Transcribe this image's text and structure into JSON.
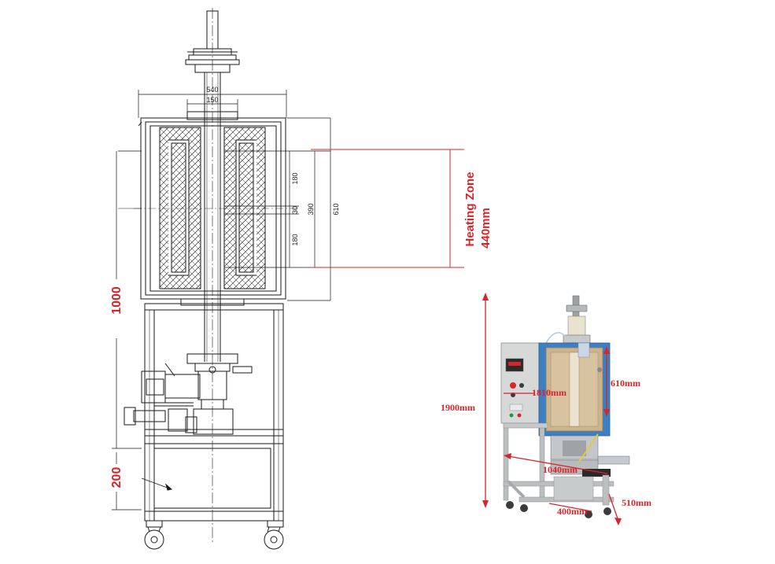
{
  "colors": {
    "line": "#1a1a1a",
    "accent_red": "#d6262b",
    "cabinet": "#d7d9d8",
    "chamber": "#cbb48d",
    "blue_panel": "#3d7fc4",
    "frame": "#bcbfc0"
  },
  "left_drawing": {
    "dimensions": {
      "top_width": "540",
      "tube_width": "150",
      "height_610": "610",
      "height_390": "390",
      "zone_upper": "180",
      "zone_mid": "30",
      "zone_lower": "180",
      "total_height": "1000",
      "base_height": "200"
    },
    "heating_zone": {
      "line1": "Heating Zone",
      "line2": "440mm"
    }
  },
  "photo": {
    "dimensions": {
      "total_height": "1900mm",
      "depth": "1810mm",
      "chamber_height": "610mm",
      "frame_length": "1040mm",
      "width": "400mm",
      "base_depth": "510mm"
    },
    "icons": [
      "furnace-photo",
      "temperature-controller-icon"
    ]
  }
}
